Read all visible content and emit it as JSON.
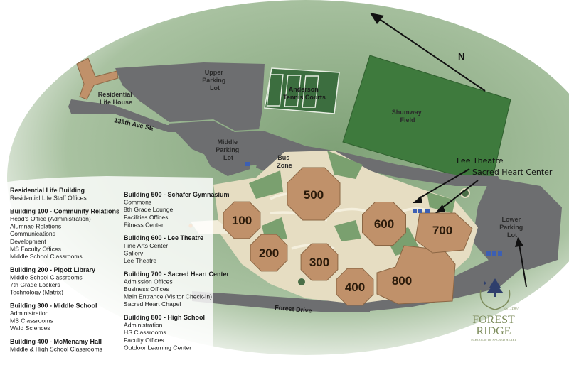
{
  "map": {
    "north_label": "N",
    "callouts": {
      "lee_theatre": "Lee Theatre",
      "sacred_heart": "Sacred Heart Center"
    },
    "places": {
      "residential_life_house": [
        "Residential",
        "Life House"
      ],
      "upper_parking": [
        "Upper",
        "Parking",
        "Lot"
      ],
      "tennis": [
        "Anderson",
        "Tennis Courts"
      ],
      "shumway": [
        "Shumway",
        "Field"
      ],
      "middle_parking": [
        "Middle",
        "Parking",
        "Lot"
      ],
      "bus_zone": [
        "Bus",
        "Zone"
      ],
      "lower_parking": [
        "Lower",
        "Parking",
        "Lot"
      ]
    },
    "roads": {
      "ave": "139th Ave SE",
      "forest_drive": "Forest Drive"
    },
    "buildings": {
      "b100": "100",
      "b200": "200",
      "b300": "300",
      "b400": "400",
      "b500": "500",
      "b600": "600",
      "b700": "700",
      "b800": "800"
    },
    "colors": {
      "grass": "#8fae86",
      "field": "#3f7a3e",
      "pavement": "#6d6e70",
      "building": "#c0916a",
      "walkway": "#f1ecd9"
    }
  },
  "legend": {
    "col1": [
      {
        "head": "Residential Life Building",
        "items": [
          "Residential Life Staff Offices"
        ]
      },
      {
        "head": "Building 100 - Community Relations",
        "items": [
          "Head's Office (Administration)",
          "Alumnae Relations",
          "Communications",
          "Development",
          "MS Faculty Offices",
          "Middle School Classrooms"
        ]
      },
      {
        "head": "Building 200 - Pigott Library",
        "items": [
          "Middle School Classrooms",
          "7th Grade Lockers",
          "Technology (Matrix)"
        ]
      },
      {
        "head": "Building 300 - Middle School",
        "items": [
          "Administration",
          "MS Classrooms",
          "Wald Sciences"
        ]
      },
      {
        "head": "Building 400 - McMenamy Hall",
        "items": [
          "Middle & High School Classrooms"
        ]
      }
    ],
    "col2": [
      {
        "head": "Building 500 - Schafer Gymnasium",
        "items": [
          "Commons",
          "8th Grade Lounge",
          "Facilities Offices",
          "Fitness Center"
        ]
      },
      {
        "head": "Building 600 - Lee Theatre",
        "items": [
          "Fine Arts Center",
          "Gallery",
          "Lee Theatre"
        ]
      },
      {
        "head": "Building 700 - Sacred Heart Center",
        "items": [
          "Admission Offices",
          "Business Offices",
          "Main Entrance (Visitor Check-In)",
          "Sacred Heart Chapel"
        ]
      },
      {
        "head": "Building 800 - High School",
        "items": [
          "Administration",
          "HS Classrooms",
          "Faculty Offices",
          "Outdoor Learning Center"
        ]
      }
    ]
  },
  "logo": {
    "est": "EST. 1907",
    "line1": "FOREST",
    "line2": "RIDGE",
    "tagline": "SCHOOL of the SACRED HEART"
  }
}
